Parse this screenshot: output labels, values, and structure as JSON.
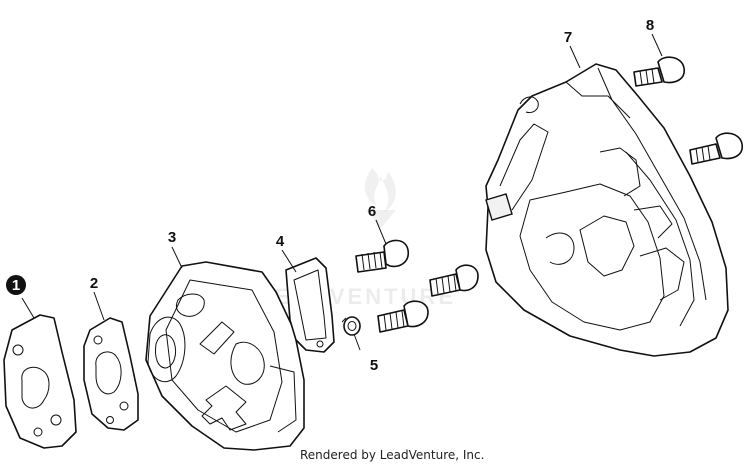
{
  "watermark": {
    "brand": "LEADVENTURE",
    "logo": "leadventure-flame-logo"
  },
  "callouts": [
    {
      "number": "1",
      "highlighted": true
    },
    {
      "number": "2",
      "highlighted": false
    },
    {
      "number": "3",
      "highlighted": false
    },
    {
      "number": "4",
      "highlighted": false
    },
    {
      "number": "5",
      "highlighted": false
    },
    {
      "number": "6",
      "highlighted": false
    },
    {
      "number": "7",
      "highlighted": false
    },
    {
      "number": "8",
      "highlighted": false
    }
  ],
  "footer": "Rendered by LeadVenture, Inc.",
  "colors": {
    "line": "#111111",
    "highlight": "#111111",
    "background": "#ffffff"
  }
}
